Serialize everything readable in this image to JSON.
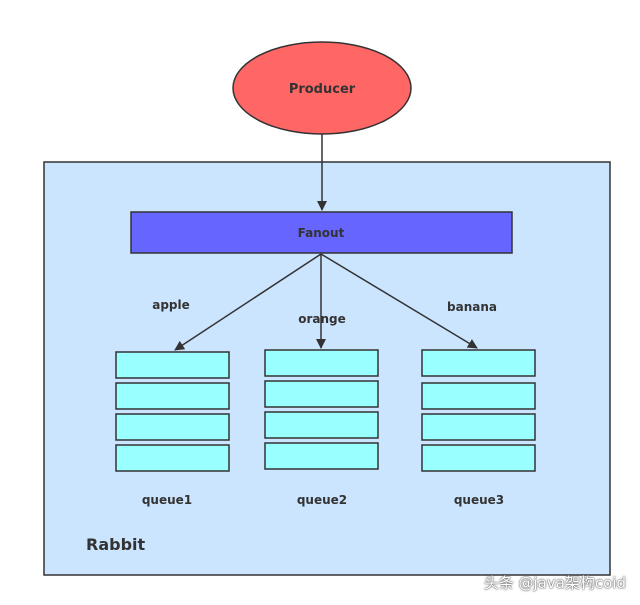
{
  "producer": {
    "label": "Producer",
    "color": "#FF6666"
  },
  "exchange": {
    "label": "Fanout",
    "color": "#6666FF"
  },
  "broker": {
    "label": "Rabbit",
    "color": "#CCE5FF"
  },
  "routes": [
    {
      "key": "apple"
    },
    {
      "key": "orange"
    },
    {
      "key": "banana"
    }
  ],
  "queues": [
    {
      "label": "queue1"
    },
    {
      "label": "queue2"
    },
    {
      "label": "queue3"
    }
  ],
  "queue_color": "#99FFFF",
  "watermark": "头条 @java架构coid"
}
